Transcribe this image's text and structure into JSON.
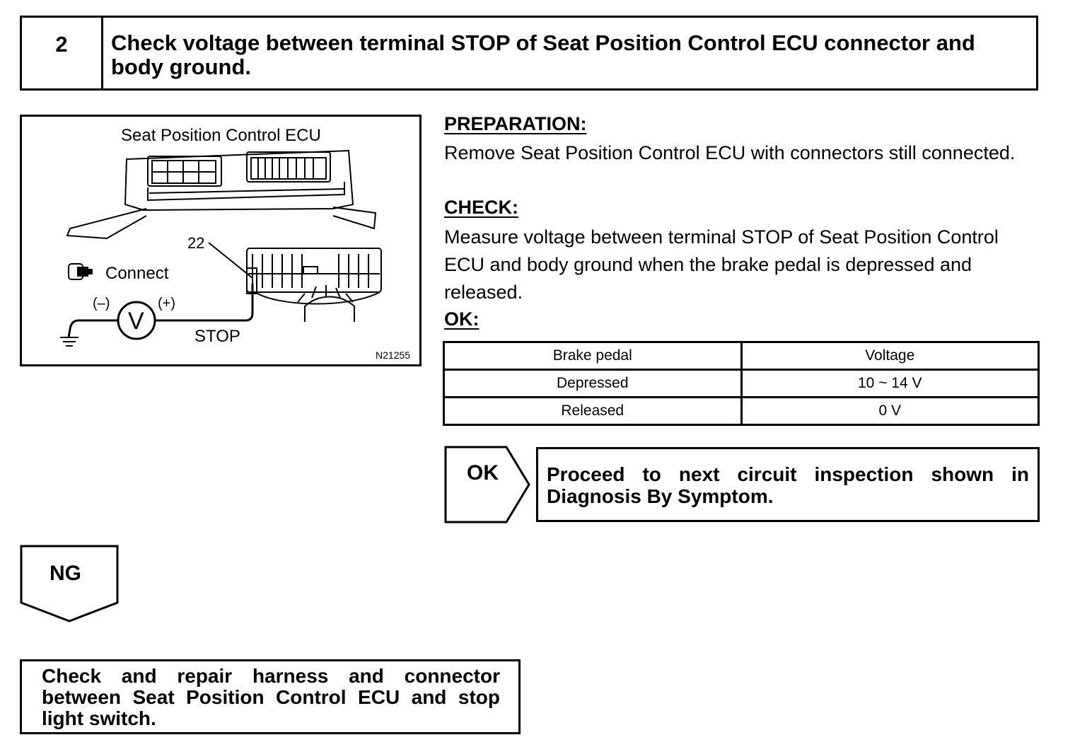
{
  "step": {
    "number": "2",
    "title": "Check voltage between terminal STOP of Seat Position Control ECU connector and body ground."
  },
  "figure": {
    "ecu_label": "Seat Position Control ECU",
    "pin_label": "22",
    "connect_label": "Connect",
    "minus_label": "(–)",
    "plus_label": "(+)",
    "meter_label": "V",
    "terminal_label": "STOP",
    "figure_id": "N21255"
  },
  "preparation": {
    "heading": "PREPARATION:",
    "text": "Remove Seat Position Control ECU with connectors still connected."
  },
  "check": {
    "heading": "CHECK:",
    "text": "Measure voltage between terminal STOP of Seat Position Control ECU and body ground when the brake pedal is depressed and released."
  },
  "ok_spec": {
    "heading": "OK:",
    "columns": [
      "Brake pedal",
      "Voltage"
    ],
    "rows": [
      [
        "Depressed",
        "10 ~ 14 V"
      ],
      [
        "Released",
        "0 V"
      ]
    ]
  },
  "ok_branch": {
    "label": "OK",
    "result": "Proceed to next circuit inspection shown in Diagnosis By Symptom."
  },
  "ng_branch": {
    "label": "NG",
    "result": "Check and repair harness and connector between Seat Position Control ECU and stop light switch."
  }
}
